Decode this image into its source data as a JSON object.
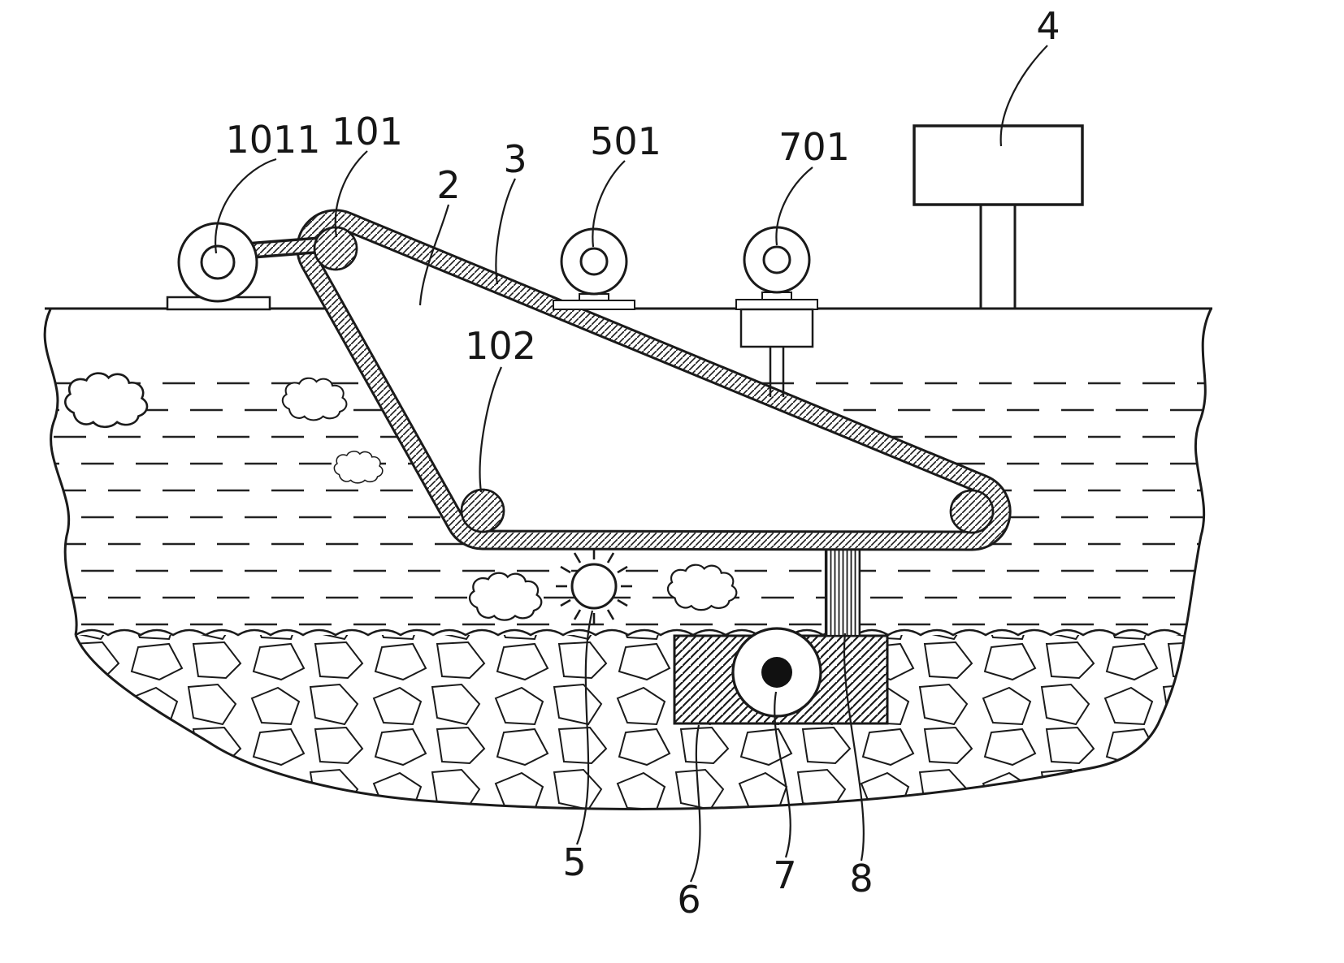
{
  "figure": {
    "paper_color": "#ffffff",
    "ink_color": "#1a1a1a",
    "labels": [
      {
        "name": "pulley-label",
        "text": "1011"
      },
      {
        "name": "top-roller-label",
        "text": "101"
      },
      {
        "name": "belt-label",
        "text": "2"
      },
      {
        "name": "belt-edge-label",
        "text": "3"
      },
      {
        "name": "guide-roller-label",
        "text": "501"
      },
      {
        "name": "winch-roller-label",
        "text": "701"
      },
      {
        "name": "control-box-label",
        "text": "4"
      },
      {
        "name": "bottom-roller-label",
        "text": "102"
      },
      {
        "name": "aerator-label",
        "text": "5"
      },
      {
        "name": "base-block-label",
        "text": "6"
      },
      {
        "name": "pump-label",
        "text": "7"
      },
      {
        "name": "pipe-label",
        "text": "8"
      }
    ]
  }
}
